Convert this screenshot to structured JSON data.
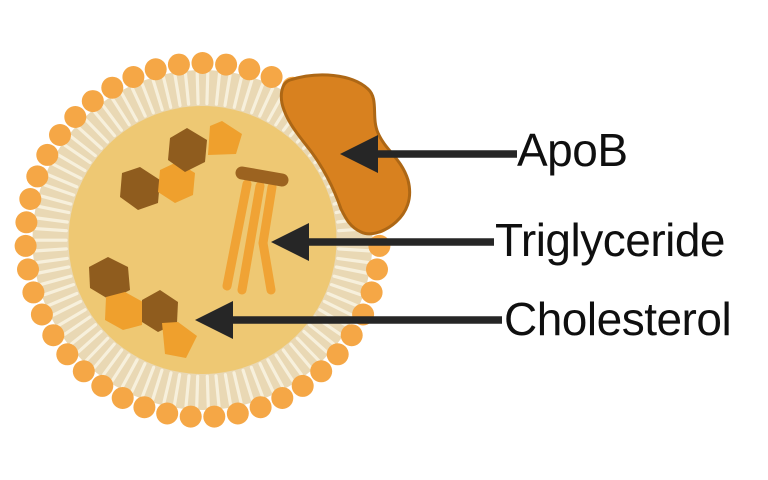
{
  "figure": {
    "type": "biology-diagram",
    "subject": "ApoB-containing lipoprotein particle cross-section"
  },
  "labels": {
    "apob": "ApoB",
    "triglyceride": "Triglyceride",
    "cholesterol": "Cholesterol"
  },
  "icons": {
    "particle": "lipoprotein-particle",
    "membrane": "phospholipid-monolayer",
    "apob": "apob-protein-icon",
    "triglyceride": "triglyceride-icon",
    "cholesterol": "cholesterol-icon"
  },
  "palette": {
    "background": "#ffffff",
    "head_orange": "#f5a746",
    "band_beige": "#e9d8b4",
    "tail_cream": "#f7f0dc",
    "core_gold": "#eec873",
    "hex_brown": "#8f5c1e",
    "hex_orange": "#efa02d",
    "triglyceride_chain": "#f0a335",
    "triglyceride_backbone": "#9c6320",
    "apob_fill": "#d8811f",
    "apob_stroke": "#ad6715",
    "arrow": "#262626",
    "text": "#0f0f0f"
  }
}
